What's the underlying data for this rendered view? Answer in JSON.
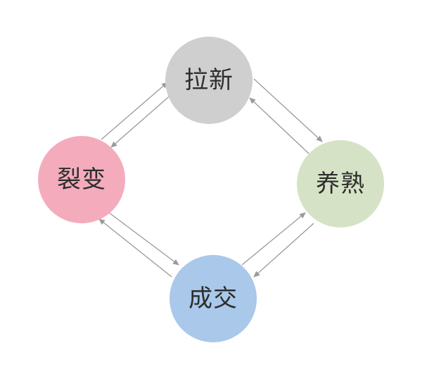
{
  "diagram": {
    "nodes": [
      {
        "id": "laxin",
        "label": "拉新",
        "color": "#cfcfcf"
      },
      {
        "id": "yangshu",
        "label": "养熟",
        "color": "#d6e2c6"
      },
      {
        "id": "chengjiao",
        "label": "成交",
        "color": "#a9c8ea"
      },
      {
        "id": "liebian",
        "label": "裂变",
        "color": "#f4acbd"
      }
    ],
    "edges": [
      {
        "from": "laxin",
        "to": "yangshu",
        "bidirectional": true
      },
      {
        "from": "yangshu",
        "to": "chengjiao",
        "bidirectional": true
      },
      {
        "from": "chengjiao",
        "to": "liebian",
        "bidirectional": true
      },
      {
        "from": "liebian",
        "to": "laxin",
        "bidirectional": true
      }
    ],
    "arrow_color": "#9a9a9a"
  }
}
